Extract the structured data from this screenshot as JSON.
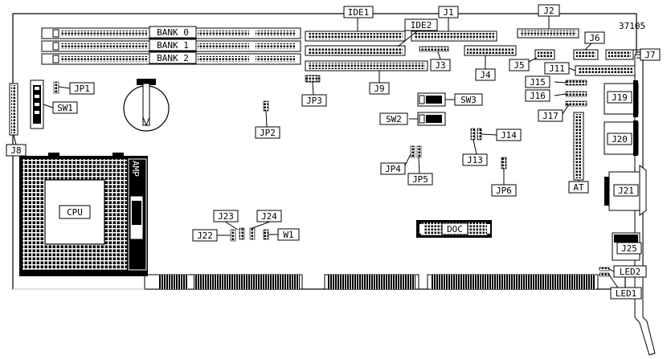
{
  "board_id": "37105",
  "memory": {
    "bank0": "BANK 0",
    "bank1": "BANK 1",
    "bank2": "BANK 2"
  },
  "connectors": {
    "ide1": "IDE1",
    "ide2": "IDE2",
    "j1": "J1",
    "j2": "J2",
    "j3": "J3",
    "j4": "J4",
    "j5": "J5",
    "j6": "J6",
    "j7": "J7",
    "j8": "J8",
    "j9": "J9",
    "j11": "J11",
    "j13": "J13",
    "j14": "J14",
    "j15": "J15",
    "j16": "J16",
    "j17": "J17",
    "j19": "J19",
    "j20": "J20",
    "j21": "J21",
    "j22": "J22",
    "j23": "J23",
    "j24": "J24",
    "j25": "J25",
    "at": "AT"
  },
  "jumpers": {
    "jp1": "JP1",
    "jp2": "JP2",
    "jp3": "JP3",
    "jp4": "JP4",
    "jp5": "JP5",
    "jp6": "JP6",
    "w1": "W1"
  },
  "switches": {
    "sw1": "SW1",
    "sw2": "SW2",
    "sw3": "SW3"
  },
  "leds": {
    "led1": "LED1",
    "led2": "LED2"
  },
  "chips": {
    "cpu": "CPU",
    "amp": "AMP",
    "doc": "DOC"
  }
}
